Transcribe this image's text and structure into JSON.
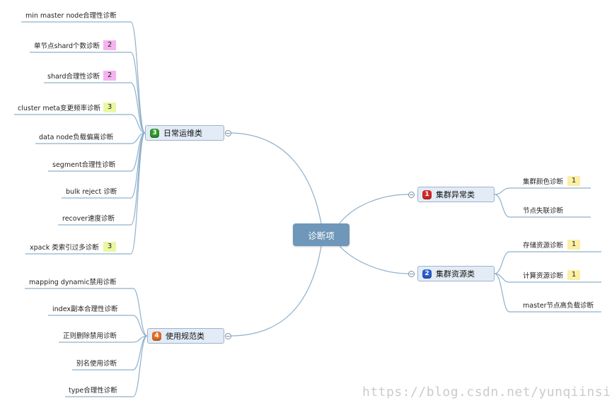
{
  "center": {
    "label": "诊断项"
  },
  "branches": {
    "daily": {
      "num": "3",
      "label": "日常运维类",
      "color": "#2f9a2f",
      "items": [
        {
          "label": "min master node合理性诊断",
          "badge": ""
        },
        {
          "label": "单节点shard个数诊断",
          "badge": "2"
        },
        {
          "label": "shard合理性诊断",
          "badge": "2"
        },
        {
          "label": "cluster meta变更频率诊断",
          "badge": "3"
        },
        {
          "label": "data node负载偏离诊断",
          "badge": ""
        },
        {
          "label": "segment合理性诊断",
          "badge": ""
        },
        {
          "label": "bulk reject 诊断",
          "badge": ""
        },
        {
          "label": "recover速度诊断",
          "badge": ""
        },
        {
          "label": "xpack 类索引过多诊断",
          "badge": "3"
        }
      ]
    },
    "usage": {
      "num": "4",
      "label": "使用规范类",
      "color": "#e46f27",
      "items": [
        {
          "label": "mapping dynamic禁用诊断",
          "badge": ""
        },
        {
          "label": "index副本合理性诊断",
          "badge": ""
        },
        {
          "label": "正则删除禁用诊断",
          "badge": ""
        },
        {
          "label": "别名使用诊断",
          "badge": ""
        },
        {
          "label": "type合理性诊断",
          "badge": ""
        }
      ]
    },
    "anomaly": {
      "num": "1",
      "label": "集群异常类",
      "color": "#d42a2a",
      "items": [
        {
          "label": "集群颜色诊断",
          "badge": "1"
        },
        {
          "label": "节点失联诊断",
          "badge": ""
        }
      ]
    },
    "resource": {
      "num": "2",
      "label": "集群资源类",
      "color": "#2b5fd0",
      "items": [
        {
          "label": "存储资源诊断",
          "badge": "1"
        },
        {
          "label": "计算资源诊断",
          "badge": "1"
        },
        {
          "label": "master节点高负载诊断",
          "badge": ""
        }
      ]
    }
  },
  "watermark": "https://blog.csdn.net/yunqiinsight"
}
